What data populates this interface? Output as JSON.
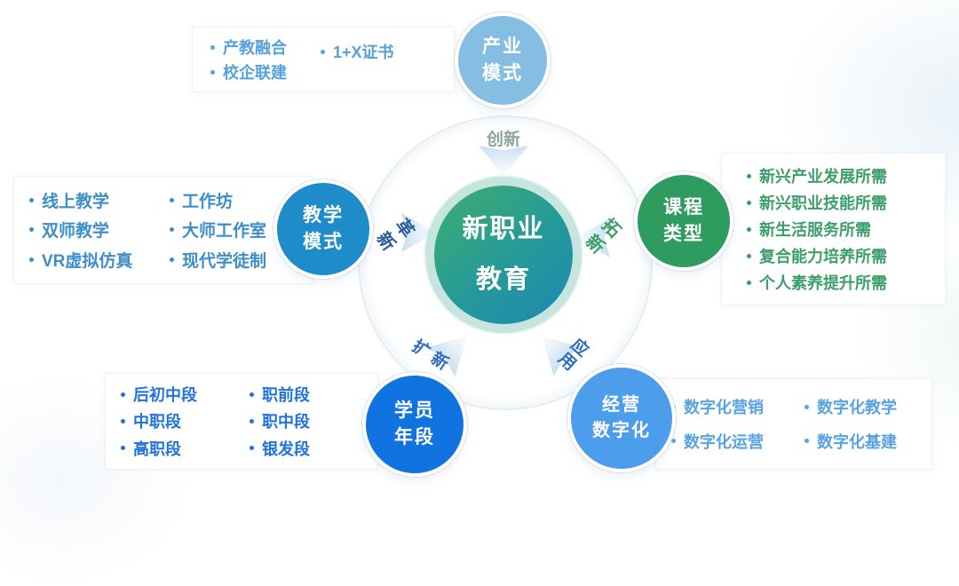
{
  "diagram": {
    "center": {
      "line1": "新职业",
      "line2": "教育"
    },
    "arrows": {
      "top": {
        "label": "创新"
      },
      "left": {
        "label": "革新"
      },
      "right": {
        "label": "拓新"
      },
      "bottom_left": {
        "label": "扩新"
      },
      "bottom_right": {
        "label": "应用"
      }
    },
    "nodes": {
      "industry": {
        "label_line1": "产业",
        "label_line2": "模式",
        "items_col1": [
          "产教融合",
          "校企联建"
        ],
        "items_col2": [
          "1+X证书"
        ]
      },
      "teaching": {
        "label_line1": "教学",
        "label_line2": "模式",
        "items_col1": [
          "线上教学",
          "双师教学",
          "VR虚拟仿真"
        ],
        "items_col2": [
          "工作坊",
          "大师工作室",
          "现代学徒制"
        ]
      },
      "course": {
        "label_line1": "课程",
        "label_line2": "类型",
        "items": [
          "新兴产业发展所需",
          "新兴职业技能所需",
          "新生活服务所需",
          "复合能力培养所需",
          "个人素养提升所需"
        ]
      },
      "student": {
        "label_line1": "学员",
        "label_line2": "年段",
        "items_col1": [
          "后初中段",
          "中职段",
          "高职段"
        ],
        "items_col2": [
          "职前段",
          "职中段",
          "银发段"
        ]
      },
      "operation": {
        "label_line1": "经营",
        "label_line2": "数字化",
        "items_col1": [
          "数字化营销",
          "数字化运营"
        ],
        "items_col2": [
          "数字化教学",
          "数字化基建"
        ]
      }
    },
    "colors": {
      "industry_node": "#85bde3",
      "teaching_node": "#1d8cc8",
      "course_node": "#2d9c5e",
      "student_node": "#1173df",
      "operation_node": "#4c9deb",
      "center_gradient_start": "#3bab74",
      "center_gradient_end": "#1e8bad",
      "industry_text": "#57a2da",
      "teaching_text": "#3e8ec8",
      "course_text": "#3c9e68",
      "student_text": "#2173db",
      "operation_text": "#58a3e2",
      "arrow_label_top": "#8ba79a",
      "arrow_label_left": "#2b5c9e",
      "arrow_label_right": "#3f9e6b",
      "arrow_label_bottom": "#2e6cc2"
    }
  }
}
